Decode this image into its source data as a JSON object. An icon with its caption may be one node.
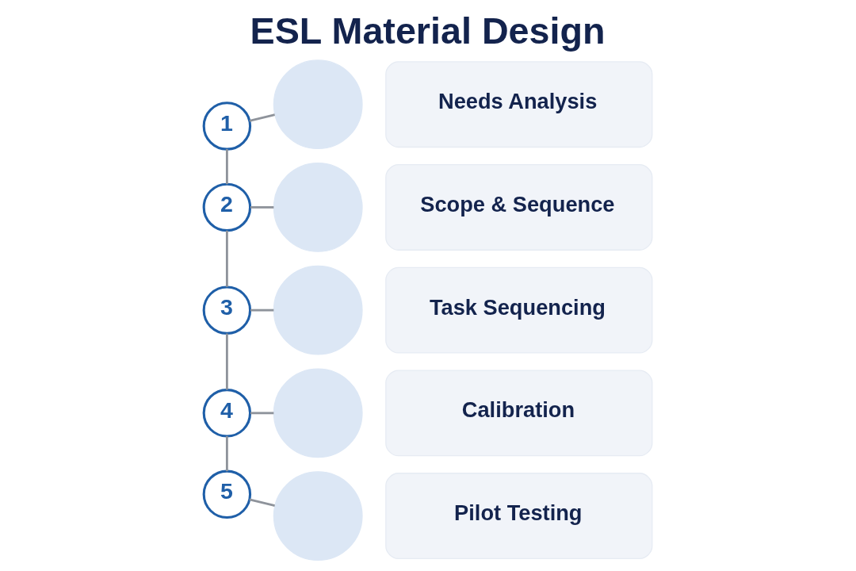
{
  "diagram": {
    "title": "ESL Material Design",
    "nodes": [
      {
        "text": [
          "1"
        ]
      },
      {
        "text": [],
        "shape": "circle"
      },
      {
        "text": [
          "Needs Analysis"
        ]
      },
      {
        "text": [
          "2"
        ]
      },
      {
        "text": [],
        "shape": "circle"
      },
      {
        "text": [
          "Scope & Sequence"
        ]
      },
      {
        "text": [
          "3"
        ]
      },
      {
        "text": [],
        "shape": "circle"
      },
      {
        "text": [
          "Task Sequencing"
        ]
      },
      {
        "text": [
          "4"
        ]
      },
      {
        "text": [],
        "shape": "circle"
      },
      {
        "text": [
          "Calibration"
        ]
      },
      {
        "text": [
          "5"
        ]
      },
      {
        "text": [],
        "shape": "circle"
      },
      {
        "text": [
          "Pilot Testing"
        ]
      }
    ],
    "edges": [
      {
        "from": 0,
        "to": 1,
        "arrow": "none"
      },
      {
        "from": 0,
        "to": 3,
        "arrow": "none"
      },
      {
        "from": 3,
        "to": 4,
        "arrow": "none"
      },
      {
        "from": 3,
        "to": 6,
        "arrow": "none"
      },
      {
        "from": 6,
        "to": 7,
        "arrow": "none"
      },
      {
        "from": 6,
        "to": 9,
        "arrow": "none"
      },
      {
        "from": 9,
        "to": 10,
        "arrow": "none"
      },
      {
        "from": 9,
        "to": 12,
        "arrow": "none"
      },
      {
        "from": 12,
        "to": 13,
        "arrow": "none"
      }
    ]
  }
}
